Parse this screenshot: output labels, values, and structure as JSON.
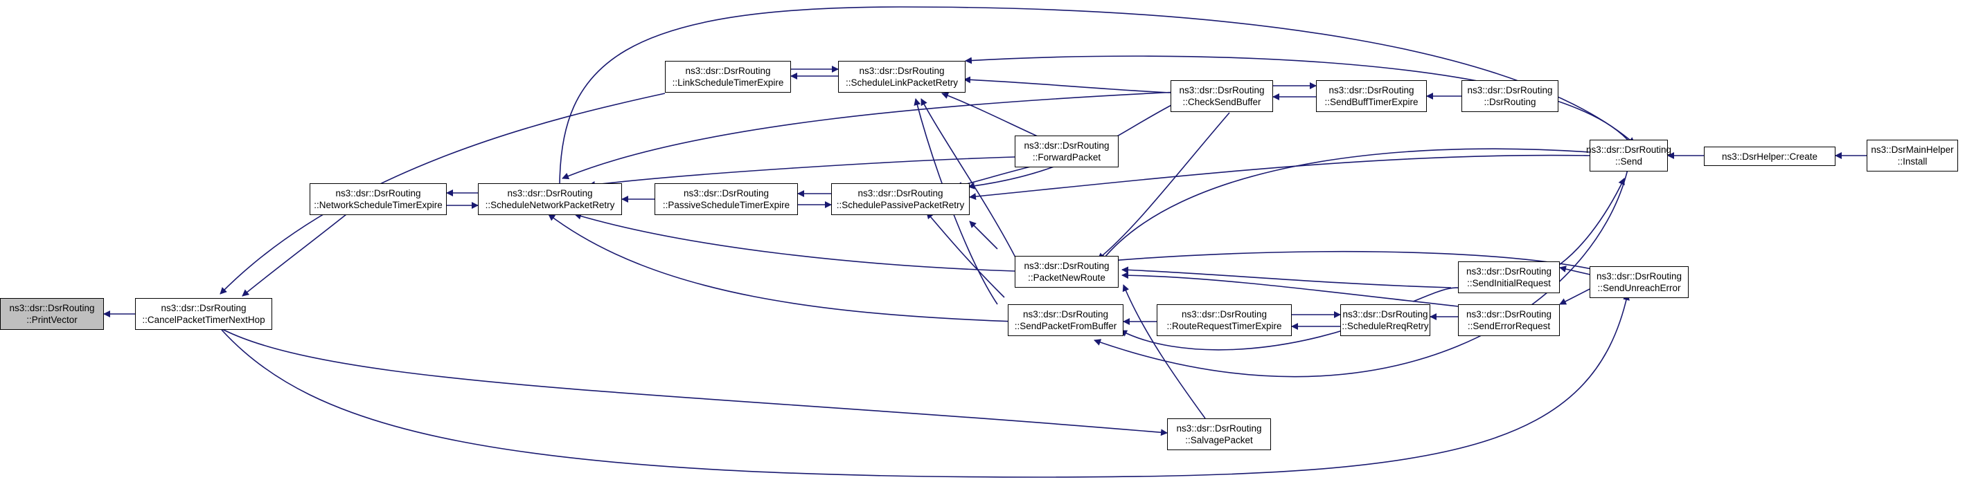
{
  "colors": {
    "edge": "#191970",
    "node_border": "#000000",
    "node_fill": "#ffffff",
    "root_fill": "#bfbfbf"
  },
  "nodes": {
    "printvector": {
      "line1": "ns3::dsr::DsrRouting",
      "line2": "::PrintVector"
    },
    "cancelpackettimernexthop": {
      "line1": "ns3::dsr::DsrRouting",
      "line2": "::CancelPacketTimerNextHop"
    },
    "networkscheduletimerexpire": {
      "line1": "ns3::dsr::DsrRouting",
      "line2": "::NetworkScheduleTimerExpire"
    },
    "schedulenetworkpacketretry": {
      "line1": "ns3::dsr::DsrRouting",
      "line2": "::ScheduleNetworkPacketRetry"
    },
    "linkscheduletimerexpire": {
      "line1": "ns3::dsr::DsrRouting",
      "line2": "::LinkScheduleTimerExpire"
    },
    "schedulelinkpacketretry": {
      "line1": "ns3::dsr::DsrRouting",
      "line2": "::ScheduleLinkPacketRetry"
    },
    "passivescheduletimerexpire": {
      "line1": "ns3::dsr::DsrRouting",
      "line2": "::PassiveScheduleTimerExpire"
    },
    "schedulepassivepacketretry": {
      "line1": "ns3::dsr::DsrRouting",
      "line2": "::SchedulePassivePacketRetry"
    },
    "forwardpacket": {
      "line1": "ns3::dsr::DsrRouting",
      "line2": "::ForwardPacket"
    },
    "checksendbuffer": {
      "line1": "ns3::dsr::DsrRouting",
      "line2": "::CheckSendBuffer"
    },
    "sendbufftimerexpire": {
      "line1": "ns3::dsr::DsrRouting",
      "line2": "::SendBuffTimerExpire"
    },
    "dsrrouting": {
      "line1": "ns3::dsr::DsrRouting",
      "line2": "::DsrRouting"
    },
    "packetnewroute": {
      "line1": "ns3::dsr::DsrRouting",
      "line2": "::PacketNewRoute"
    },
    "sendpacketfrombuffer": {
      "line1": "ns3::dsr::DsrRouting",
      "line2": "::SendPacketFromBuffer"
    },
    "routerequesttimerexpire": {
      "line1": "ns3::dsr::DsrRouting",
      "line2": "::RouteRequestTimerExpire"
    },
    "schedulereqretry": {
      "line1": "ns3::dsr::DsrRouting",
      "line2": "::ScheduleRreqRetry"
    },
    "salvagepacket": {
      "line1": "ns3::dsr::DsrRouting",
      "line2": "::SalvagePacket"
    },
    "sendinitialrequest": {
      "line1": "ns3::dsr::DsrRouting",
      "line2": "::SendInitialRequest"
    },
    "senderrorrequest": {
      "line1": "ns3::dsr::DsrRouting",
      "line2": "::SendErrorRequest"
    },
    "send": {
      "line1": "ns3::dsr::DsrRouting",
      "line2": "::Send"
    },
    "sendunreacherror": {
      "line1": "ns3::dsr::DsrRouting",
      "line2": "::SendUnreachError"
    },
    "dsrhelpercreate": {
      "line1": "ns3::DsrHelper::Create"
    },
    "dsrmainhelperinstall": {
      "line1": "ns3::DsrMainHelper",
      "line2": "::Install"
    }
  }
}
